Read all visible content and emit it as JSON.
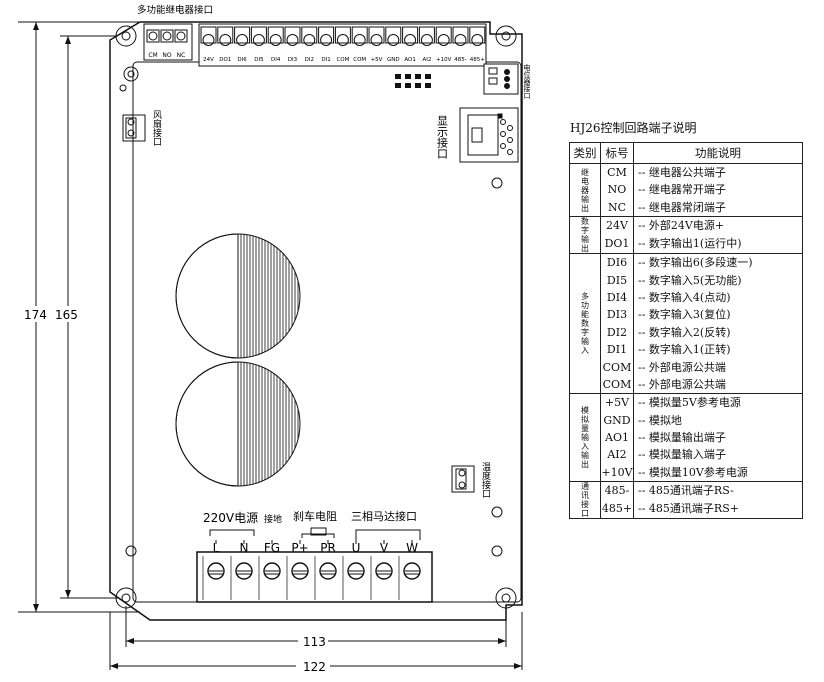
{
  "board": {
    "relay_header_label": "多功能继电器接口",
    "relay_pins": [
      "CM",
      "NO",
      "NC"
    ],
    "control_pins": [
      "24V",
      "DO1",
      "DI6",
      "DI5",
      "DI4",
      "DI3",
      "DI2",
      "DI1",
      "COM",
      "COM",
      "+5V",
      "GND",
      "AO1",
      "AI2",
      "+10V",
      "485-",
      "485+"
    ],
    "fan_label": "风扇接口",
    "display_label": "显示接口",
    "pot_label": "电位器接口",
    "temp_label": "温度接口",
    "power_label": "220V电源",
    "ground_label": "接地",
    "brake_label": "刹车电阻",
    "motor_label": "三相马达接口",
    "power_terminals": [
      "L",
      "N",
      "FG",
      "P+",
      "PR",
      "U",
      "V",
      "W"
    ],
    "dim_height_outer": "174",
    "dim_height_inner": "165",
    "dim_width_inner": "113",
    "dim_width_outer": "122"
  },
  "table": {
    "title": "HJ26控制回路端子说明",
    "headers": [
      "类别",
      "标号",
      "功能说明"
    ],
    "groups": [
      {
        "category": "继电器输出",
        "rows": [
          {
            "sig": "CM",
            "desc": "-- 继电器公共端子"
          },
          {
            "sig": "NO",
            "desc": "-- 继电器常开端子"
          },
          {
            "sig": "NC",
            "desc": "-- 继电器常闭端子"
          }
        ]
      },
      {
        "category": "数字输出",
        "rows": [
          {
            "sig": "24V",
            "desc": "-- 外部24V电源+"
          },
          {
            "sig": "DO1",
            "desc": "-- 数字输出1(运行中)"
          }
        ]
      },
      {
        "category": "多功能数字输入",
        "rows": [
          {
            "sig": "DI6",
            "desc": "-- 数字输出6(多段速一)"
          },
          {
            "sig": "DI5",
            "desc": "-- 数字输入5(无功能)"
          },
          {
            "sig": "DI4",
            "desc": "-- 数字输入4(点动)"
          },
          {
            "sig": "DI3",
            "desc": "-- 数字输入3(复位)"
          },
          {
            "sig": "DI2",
            "desc": "-- 数字输入2(反转)"
          },
          {
            "sig": "DI1",
            "desc": "-- 数字输入1(正转)"
          },
          {
            "sig": "COM",
            "desc": "-- 外部电源公共端"
          },
          {
            "sig": "COM",
            "desc": "-- 外部电源公共端"
          }
        ]
      },
      {
        "category": "模拟量输入输出",
        "rows": [
          {
            "sig": "+5V",
            "desc": "-- 模拟量5V参考电源"
          },
          {
            "sig": "GND",
            "desc": "-- 模拟地"
          },
          {
            "sig": "AO1",
            "desc": "-- 模拟量输出端子"
          },
          {
            "sig": "AI2",
            "desc": "-- 模拟量输入端子"
          },
          {
            "sig": "+10V",
            "desc": "-- 模拟量10V参考电源"
          }
        ]
      },
      {
        "category": "通讯接口",
        "rows": [
          {
            "sig": "485-",
            "desc": "-- 485通讯端子RS-"
          },
          {
            "sig": "485+",
            "desc": "-- 485通讯端子RS+"
          }
        ]
      }
    ]
  }
}
